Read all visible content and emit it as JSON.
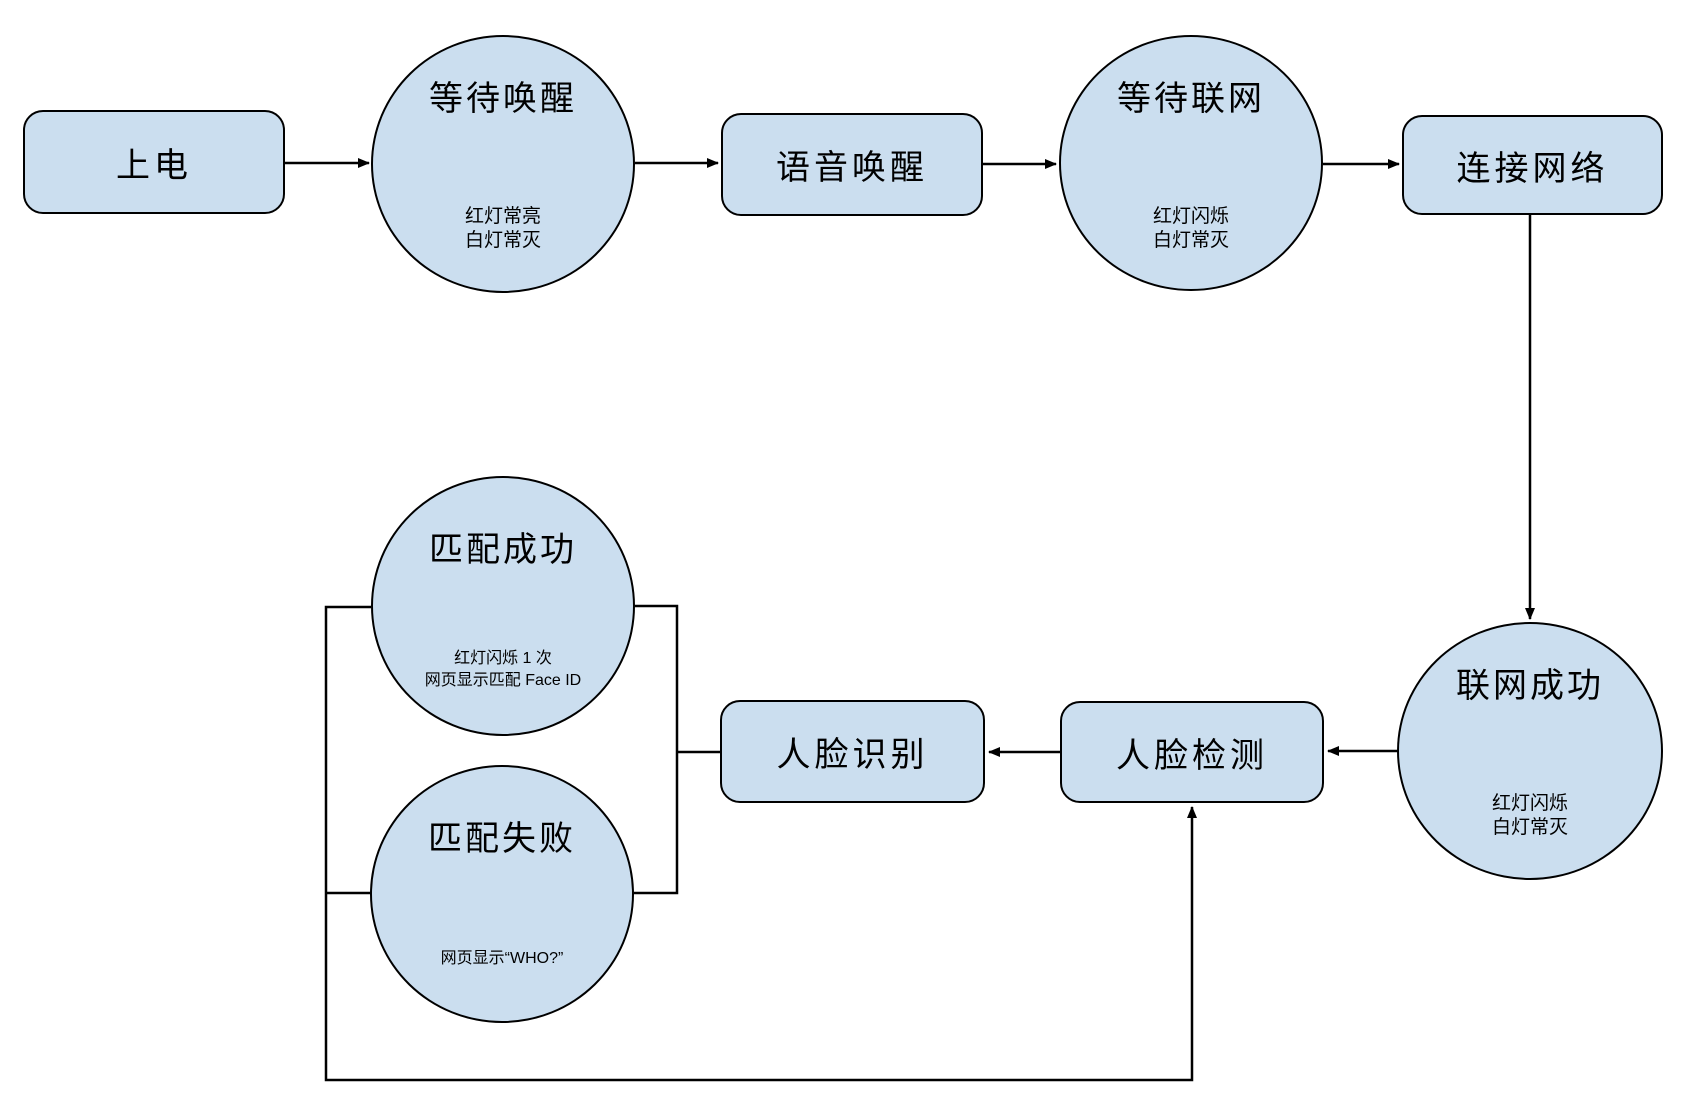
{
  "diagram": {
    "title": "device-state-flowchart",
    "colors": {
      "node_fill": "#cbdeef",
      "node_border": "#000000",
      "edge_stroke": "#000000",
      "background": "#ffffff"
    },
    "nodes": {
      "power_on": {
        "label": "上电"
      },
      "wait_wake": {
        "title": "等待唤醒",
        "note1": "红灯常亮",
        "note2": "白灯常灭"
      },
      "voice_wake": {
        "label": "语音唤醒"
      },
      "wait_network": {
        "title": "等待联网",
        "note1": "红灯闪烁",
        "note2": "白灯常灭"
      },
      "connect_network": {
        "label": "连接网络"
      },
      "network_success": {
        "title": "联网成功",
        "note1": "红灯闪烁",
        "note2": "白灯常灭"
      },
      "face_recognition": {
        "label": "人脸识别"
      },
      "face_detection": {
        "label": "人脸检测"
      },
      "match_success": {
        "title": "匹配成功",
        "note1": "红灯闪烁 1 次",
        "note2": "网页显示匹配 Face ID"
      },
      "match_fail": {
        "title": "匹配失败",
        "note1": "网页显示“WHO?”"
      }
    },
    "edges": [
      {
        "from": "power_on",
        "to": "wait_wake"
      },
      {
        "from": "wait_wake",
        "to": "voice_wake"
      },
      {
        "from": "voice_wake",
        "to": "wait_network"
      },
      {
        "from": "wait_network",
        "to": "connect_network"
      },
      {
        "from": "connect_network",
        "to": "network_success"
      },
      {
        "from": "network_success",
        "to": "face_detection"
      },
      {
        "from": "face_detection",
        "to": "face_recognition"
      },
      {
        "from": "face_recognition",
        "to": "match_success"
      },
      {
        "from": "face_recognition",
        "to": "match_fail"
      },
      {
        "from": "match_success",
        "to": "face_detection"
      },
      {
        "from": "match_fail",
        "to": "face_detection"
      }
    ]
  }
}
